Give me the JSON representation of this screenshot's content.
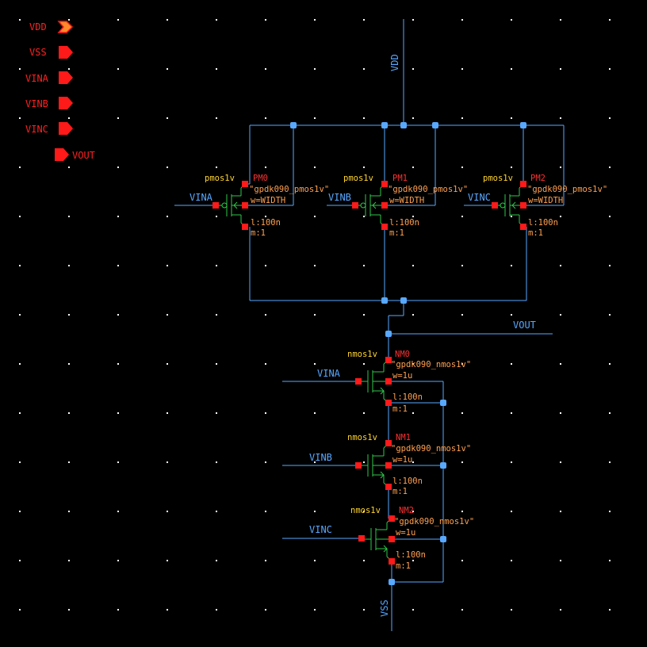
{
  "colors": {
    "background": "#000000",
    "wire": "#58a8ff",
    "device": "#2ec84a",
    "pin": "#ff1a1a",
    "instance_name": "#ff3030",
    "cell_name": "#ffd52a",
    "param": "#ffa050",
    "net_label": "#58a8ff",
    "grid_dot": "#ffffff",
    "pin_text": "#ff2020"
  },
  "pins": [
    {
      "name": "VDD",
      "icon": "input-output-pin-icon"
    },
    {
      "name": "VSS",
      "icon": "input-pin-icon"
    },
    {
      "name": "VINA",
      "icon": "input-pin-icon"
    },
    {
      "name": "VINB",
      "icon": "input-pin-icon"
    },
    {
      "name": "VINC",
      "icon": "input-pin-icon"
    },
    {
      "name": "VOUT",
      "icon": "output-pin-icon"
    }
  ],
  "nets": {
    "vdd": "VDD",
    "vss": "VSS",
    "vout": "VOUT",
    "vina_p": "VINA",
    "vinb_p": "VINB",
    "vinc_p": "VINC",
    "vina_n": "VINA",
    "vinb_n": "VINB",
    "vinc_n": "VINC"
  },
  "pmos": [
    {
      "instance": "PM0",
      "cell": "pmos1v",
      "model": "\"gpdk090_pmos1v\"",
      "w": "w=WIDTH",
      "l": "l:100n",
      "m": "m:1"
    },
    {
      "instance": "PM1",
      "cell": "pmos1v",
      "model": "\"gpdk090_pmos1v\"",
      "w": "w=WIDTH",
      "l": "l:100n",
      "m": "m:1"
    },
    {
      "instance": "PM2",
      "cell": "pmos1v",
      "model": "\"gpdk090_pmos1v\"",
      "w": "w=WIDTH",
      "l": "l:100n",
      "m": "m:1"
    }
  ],
  "nmos": [
    {
      "instance": "NM0",
      "cell": "nmos1v",
      "model": "\"gpdk090_nmos1v\"",
      "w": "w=1u",
      "l": "l:100n",
      "m": "m:1"
    },
    {
      "instance": "NM1",
      "cell": "nmos1v",
      "model": "\"gpdk090_nmos1v\"",
      "w": "w=1u",
      "l": "l:100n",
      "m": "m:1"
    },
    {
      "instance": "NM2",
      "cell": "nmos1v",
      "model": "\"gpdk090_nmos1v\"",
      "w": "w=1u",
      "l": "l:100n",
      "m": "m:1"
    }
  ]
}
